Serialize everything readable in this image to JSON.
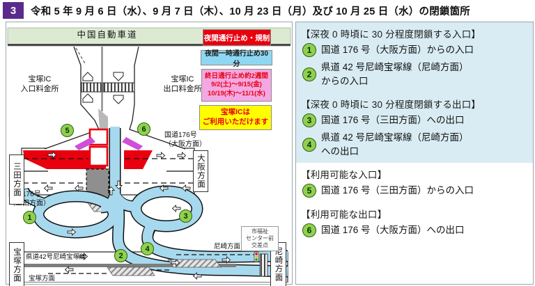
{
  "header": {
    "badge": "3",
    "title": "令和 5 年 9 月 6 日（水）、9 月 7 日（木）、10 月 23 日（月）及び 10 月 25 日（水）の閉鎖箇所"
  },
  "map": {
    "expressway": "中国自動車道",
    "toll_entrance": "宝塚IC\n入口料金所",
    "toll_exit": "宝塚IC\n出口料金所",
    "legend": [
      {
        "label": "夜間通行止め・規制"
      },
      {
        "label": "夜間一時通行止め30分"
      },
      {
        "label": "終日通行止め約2週間\n9/2(土)～9/15(金)\n10/19(木)～11/1(水)"
      }
    ],
    "notice": "宝塚ICは\nご利用いただけます",
    "labels": {
      "route176_osaka": "国道176号\n（大阪方面）",
      "route176_sanda": "国道176号\n（三田方面）",
      "sanda": "三田方面",
      "osaka": "大阪方面",
      "takarazuka": "宝塚方面",
      "amagasaki": "尼崎方面",
      "kendo42": "県道42号尼崎宝塚線",
      "takarazuka_small": "宝塚方面",
      "amagasaki_small": "尼崎方面",
      "intersection": "市福祉\nセンター前\n交差点"
    },
    "markers": {
      "m1": "1",
      "m2": "2",
      "m3": "3",
      "m4": "4",
      "m5": "5",
      "m6": "6"
    }
  },
  "right_panel": {
    "sections": [
      {
        "heading": "【深夜 0 時頃に 30 分程度閉鎖する入口】",
        "items": [
          {
            "num": "1",
            "text": "国道 176 号（大阪方面）からの入口"
          },
          {
            "num": "2",
            "text": "県道 42 号尼崎宝塚線（尼崎方面）\nからの入口"
          }
        ]
      },
      {
        "heading": "【深夜 0 時頃に 30 分程度閉鎖する出口】",
        "items": [
          {
            "num": "3",
            "text": "国道 176 号（三田方面）への出口"
          },
          {
            "num": "4",
            "text": "県道 42 号尼崎宝塚線（尼崎方面）\nへの出口"
          }
        ]
      },
      {
        "heading": "【利用可能な入口】",
        "items": [
          {
            "num": "5",
            "text": "国道 176 号（三田方面）からの入口"
          }
        ]
      },
      {
        "heading": "【利用可能な出口】",
        "items": [
          {
            "num": "6",
            "text": "国道 176 号（大阪方面）への出口"
          }
        ]
      }
    ]
  },
  "colors": {
    "badge_purple": "#5a2a8c",
    "legend_red_bg": "#e8000f",
    "legend_blue_bg": "#8ed7f2",
    "legend_pink_bg": "#f3a8e3",
    "notice_yellow_bg": "#ffff00",
    "notice_text_red": "#e8000f",
    "panel_blue_bg": "#d9ecf3",
    "marker_green": "#8fd14f",
    "road_blue": "#a6d9ee",
    "closure_red": "#e8000f",
    "regulation_magenta": "#cf4fd8",
    "expressway_band_green": "#dcead2"
  }
}
